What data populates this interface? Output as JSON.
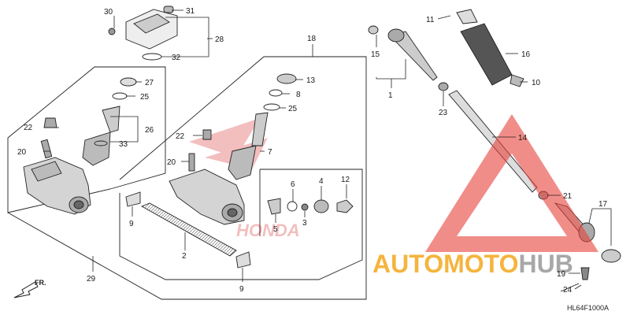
{
  "diagram": {
    "code": "HL64F1000A",
    "direction_label": "FR.",
    "callouts": [
      "30",
      "31",
      "28",
      "32",
      "27",
      "25",
      "22",
      "26",
      "33",
      "20",
      "18",
      "13",
      "8",
      "25",
      "7",
      "22",
      "20",
      "9",
      "2",
      "6",
      "4",
      "12",
      "5",
      "3",
      "9",
      "29",
      "15",
      "1",
      "11",
      "16",
      "10",
      "23",
      "14",
      "21",
      "17",
      "19",
      "24"
    ]
  },
  "watermark": {
    "text": "AUTOMOTOHUB",
    "colors": {
      "triangle": "#e8423a",
      "text_main": "#f4a71d",
      "text_hub": "#9a9a9a"
    }
  },
  "brand_marks": {
    "mark_text": "HONDA"
  }
}
